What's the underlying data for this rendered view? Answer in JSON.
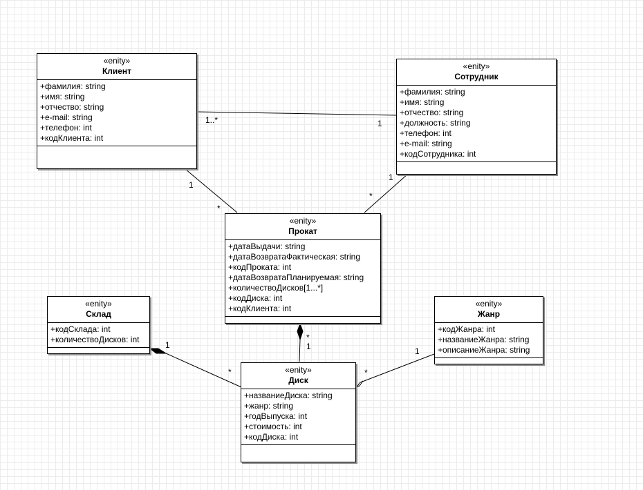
{
  "classes": {
    "client": {
      "stereotype": "«enity»",
      "name": "Клиент",
      "attributes": [
        "+фамилия: string",
        "+имя: string",
        "+отчество: string",
        "+e-mail: string",
        "+телефон: int",
        "+кодКлиента: int"
      ]
    },
    "employee": {
      "stereotype": "«enity»",
      "name": "Сотрудник",
      "attributes": [
        "+фамилия: string",
        "+имя: string",
        "+отчество: string",
        "+должность: string",
        "+телефон: int",
        "+e-mail: string",
        "+кодСотрудника: int"
      ]
    },
    "rental": {
      "stereotype": "«enity»",
      "name": "Прокат",
      "attributes": [
        "+датаВыдачи: string",
        "+датаВозвратаФактическая: string",
        "+кодПроката: int",
        "+датаВозвратаПланируемая: string",
        "+количествоДисков[1...*]",
        "+кодДиска: int",
        "+кодКлиента: int"
      ]
    },
    "warehouse": {
      "stereotype": "«enity»",
      "name": "Склад",
      "attributes": [
        "+кодСклада: int",
        "+количествоДисков: int"
      ]
    },
    "genre": {
      "stereotype": "«enity»",
      "name": "Жанр",
      "attributes": [
        "+кодЖанра: int",
        "+названиеЖанра: string",
        "+описаниеЖанра: string"
      ]
    },
    "disk": {
      "stereotype": "«enity»",
      "name": "Диск",
      "attributes": [
        "+названиеДиска: string",
        "+жанр: string",
        "+годВыпуска: int",
        "+стоимость: int",
        "+кодДиска: int"
      ]
    }
  },
  "multiplicities": {
    "client_employee_client_end": "1..*",
    "client_employee_employee_end": "1",
    "client_rental_client_end": "1",
    "client_rental_rental_end": "*",
    "employee_rental_employee_end": "1",
    "employee_rental_rental_end": "*",
    "rental_disk_rental_end": "*",
    "rental_disk_disk_end": "1",
    "warehouse_disk_warehouse_end": "1",
    "warehouse_disk_disk_end": "*",
    "genre_disk_genre_end": "1",
    "genre_disk_disk_end": "*"
  },
  "colors": {
    "line": "#000000",
    "shadow": "#8c8c8c",
    "grid": "#ececec"
  }
}
